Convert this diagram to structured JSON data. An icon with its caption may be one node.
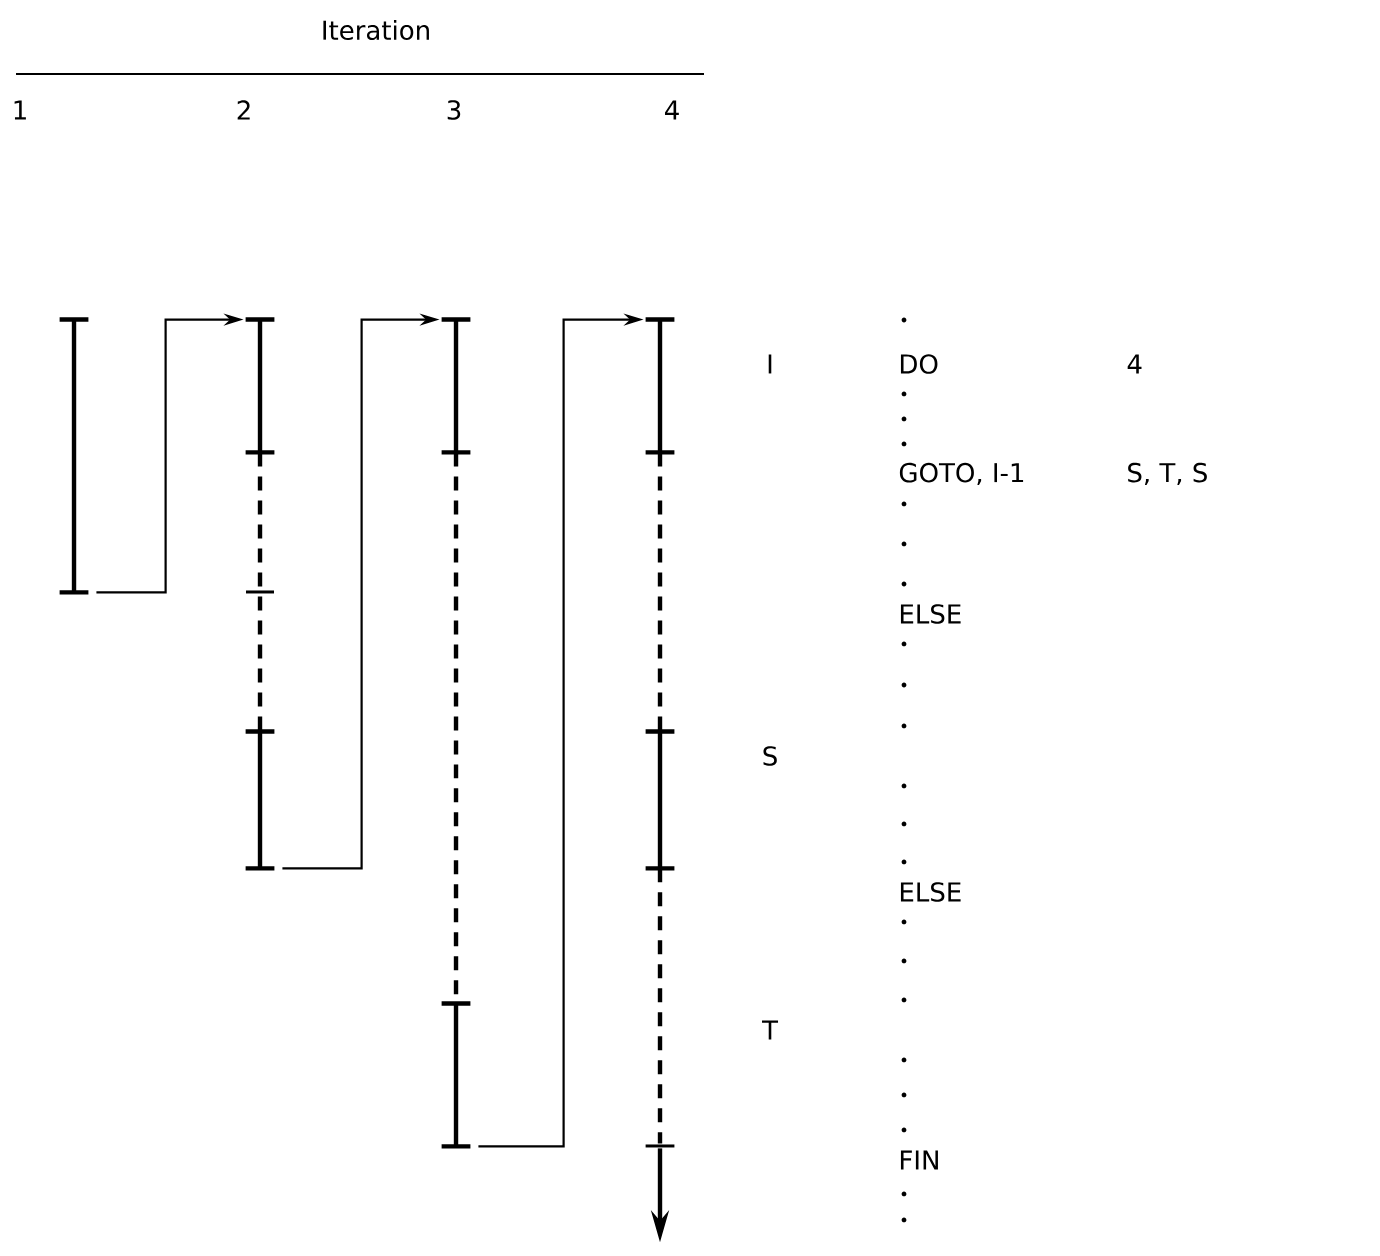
{
  "diagram": {
    "nodes": [
      {
        "text": [],
        "shape": "bar"
      },
      {
        "text": [],
        "shape": "bar"
      },
      {
        "text": [],
        "shape": "bar"
      },
      {
        "text": [],
        "shape": "bar"
      },
      {
        "text": [],
        "shape": "bar"
      },
      {
        "text": [],
        "shape": "bar"
      },
      {
        "text": [],
        "shape": "bar"
      },
      {
        "text": [],
        "shape": "tick"
      }
    ],
    "edges": [
      {
        "from": 0,
        "to": 1,
        "arrow": "to"
      },
      {
        "from": 1,
        "to": 2,
        "arrow": "none",
        "style": "dashed"
      },
      {
        "from": 2,
        "to": 3,
        "arrow": "to"
      },
      {
        "from": 3,
        "to": 4,
        "arrow": "none",
        "style": "dashed"
      },
      {
        "from": 4,
        "to": 5,
        "arrow": "to"
      },
      {
        "from": 5,
        "to": 6,
        "arrow": "none",
        "style": "dashed"
      },
      {
        "from": 6,
        "to": 7,
        "arrow": "none",
        "style": "dashed"
      },
      {
        "from": 7,
        "to": null,
        "arrow": "to"
      }
    ],
    "labels": [
      "Iteration",
      "1",
      "2",
      "3",
      "4",
      "I",
      "DO",
      "4",
      "GOTO, I-1",
      "S, T, S",
      "ELSE",
      "S",
      "ELSE",
      "T",
      "FIN"
    ]
  }
}
